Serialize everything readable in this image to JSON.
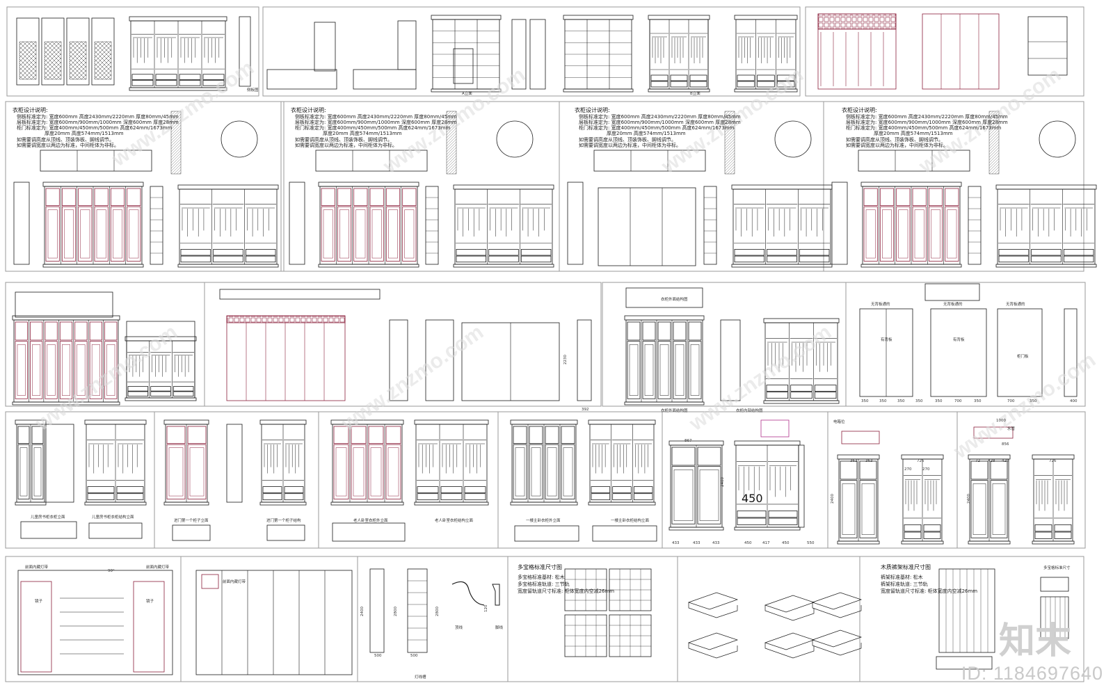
{
  "sheet": {
    "logo_text": "知末",
    "id_text": "ID: 1184697640",
    "watermark": "www.znzmo.com"
  },
  "notes": {
    "title": "衣柜设计说明:",
    "line1": "侧板标准定为: 宽度600mm  高度2430mm/2220mm  厚度80mm/45mm",
    "line2": "层板标准定为: 宽度600mm/900mm/1000mm  深度600mm  厚度28mm",
    "line3": "柜门标准定为: 宽度400mm/450mm/500mm  高度624mm/1673mm",
    "line4": "厚度20mm  高度574mm/1513mm",
    "line5": "如需要调高度从顶线、顶装饰板、脚线调节。",
    "line6": "如需要调宽度以两边为标准，中间柜体为非标。"
  },
  "labels": {
    "a_elev": "A立面",
    "b_elev": "B立面",
    "side_view": "侧板图",
    "cabinet_front": "衣柜外面结构图",
    "cabinet_struct": "衣柜内部结构图",
    "kids_front": "儿童房书柜衣柜立面",
    "kids_struct": "儿童房书柜衣柜结构立面",
    "entry_front": "进门第一个柜子立面",
    "entry_struct": "进门第一个柜子结构",
    "elder_front": "老人卧室衣柜外立面",
    "elder_struct": "老人卧室衣柜结构立面",
    "master_front": "一楼主卧衣柜外立面",
    "master_struct": "一楼主卧衣柜结构立面",
    "led": "前面内藏灯带",
    "mirror": "镜子",
    "top_line": "顶线",
    "foot_line": "脚线",
    "lamp_line": "灯线槽",
    "water": "水管",
    "meter": "电箱位",
    "no_door": "无背板通的",
    "back_panel": "有背板",
    "door_panel": "柜门板",
    "angle": "90°"
  },
  "grid_notes": {
    "title": "多宝格标准尺寸图",
    "l1": "多宝格标准基材: 松木",
    "l2": "多宝格标准轨道: 三节轨",
    "l3": "宽度留轨道尺寸标准: 柜体宽度内空减26mm"
  },
  "rack_notes": {
    "title": "木质裤架标准尺寸图",
    "l1": "裤架标准基材: 松木",
    "l2": "裤架标准轨道: 三节轨",
    "l3": "宽度留轨道尺寸标准: 柜体宽度内空减26mm"
  },
  "rack_small": {
    "title": "多宝格标准尺寸"
  },
  "dims": {
    "d350": "350",
    "d700": "700",
    "d400": "400",
    "d867": "867",
    "d450": "450",
    "d433": "433",
    "d417": "417",
    "d550": "550",
    "d2400": "2400",
    "d1000": "1000",
    "d363": "363",
    "d726": "726",
    "d72": "72",
    "d856": "856",
    "d428": "428",
    "d270": "270",
    "d500": "500",
    "d2800": "2800",
    "d120": "120",
    "d2230": "2230",
    "d392": "392"
  },
  "colors": {
    "line": "#1a1a1a",
    "accent": "#8a1f3a",
    "accent2": "#b0308a",
    "frame": "#9a9a9a"
  }
}
